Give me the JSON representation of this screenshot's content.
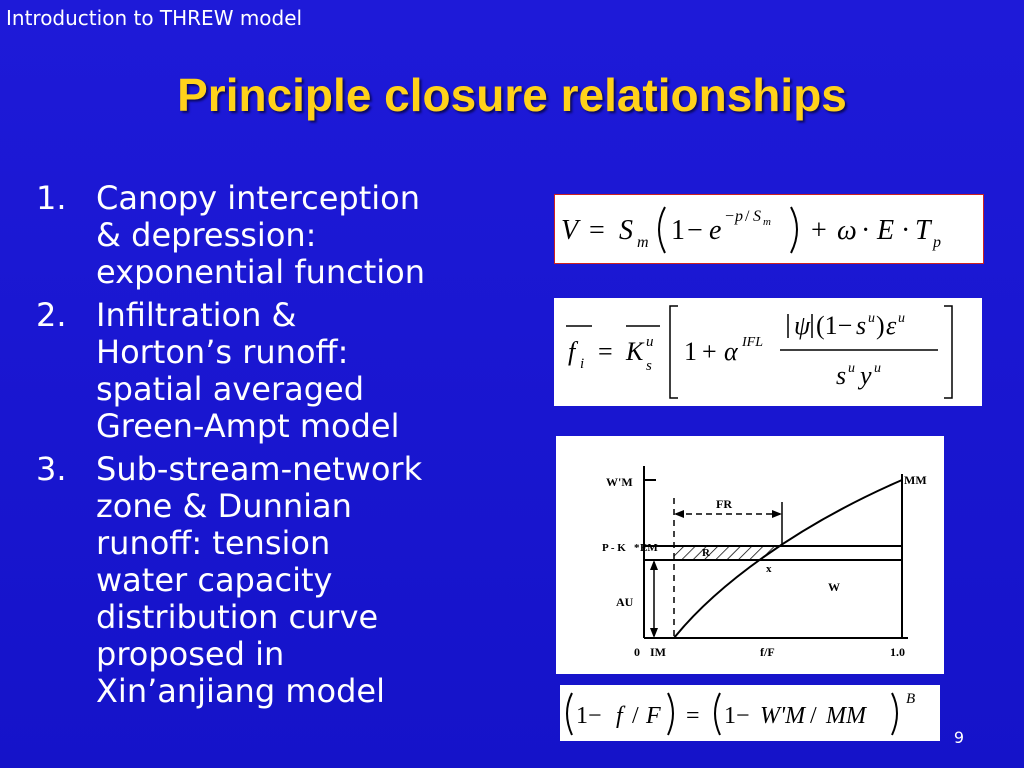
{
  "header": "Introduction to THREW model",
  "title": "Principle closure relationships",
  "items": [
    {
      "num": "1.",
      "lines": [
        "Canopy interception",
        "& depression:",
        "exponential  function"
      ]
    },
    {
      "num": "2.",
      "lines": [
        "Infiltration &",
        "Horton’s runoff:",
        "spatial averaged",
        "Green-Ampt model"
      ]
    },
    {
      "num": "3.",
      "lines": [
        "Sub-stream-network",
        "zone & Dunnian",
        "runoff: tension",
        "water capacity",
        "distribution curve",
        "proposed in",
        "Xin’anjiang model"
      ]
    }
  ],
  "figure": {
    "labels": {
      "wm": "W'M",
      "mm": "MM",
      "fr": "FR",
      "pk": "P - K",
      "em": "EM",
      "r": "R",
      "x": "x",
      "w": "W",
      "au": "AU",
      "zero": "0",
      "im": "IM",
      "ff": "f/F",
      "one": "1.0"
    }
  },
  "page_number": "9"
}
